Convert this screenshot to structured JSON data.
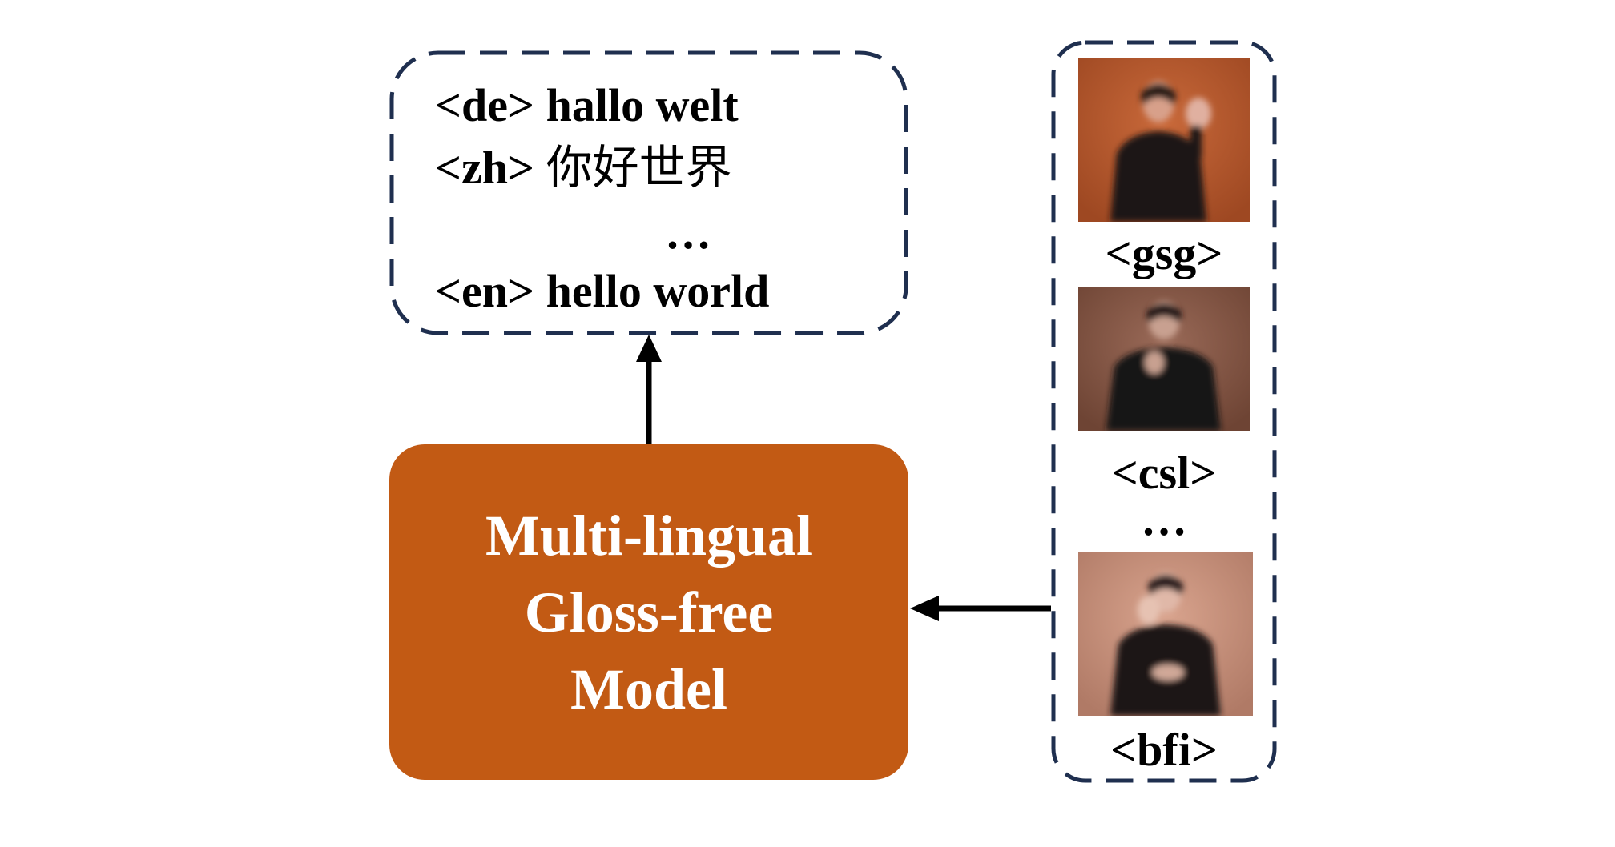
{
  "outputs": {
    "lines": [
      {
        "tag": "<de>",
        "text": "hallo welt"
      },
      {
        "tag": "<zh>",
        "text": "你好世界"
      },
      {
        "tag": "<en>",
        "text": "hello world"
      }
    ],
    "ellipsis": "…"
  },
  "model": {
    "line1": "Multi-lingual",
    "line2": "Gloss-free",
    "line3": "Model",
    "color": "#c25a14"
  },
  "videos": {
    "items": [
      {
        "label": "<gsg>",
        "icon": "signer-video-frame-icon",
        "bg": "#b8562a"
      },
      {
        "label": "<csl>",
        "icon": "signer-video-frame-icon",
        "bg": "#8a5a48"
      },
      {
        "label": "<bfi>",
        "icon": "signer-video-frame-icon",
        "bg": "#c99078"
      }
    ],
    "ellipsis": "…"
  },
  "colors": {
    "dash_border": "#1f2f4f",
    "arrow": "#000000"
  }
}
